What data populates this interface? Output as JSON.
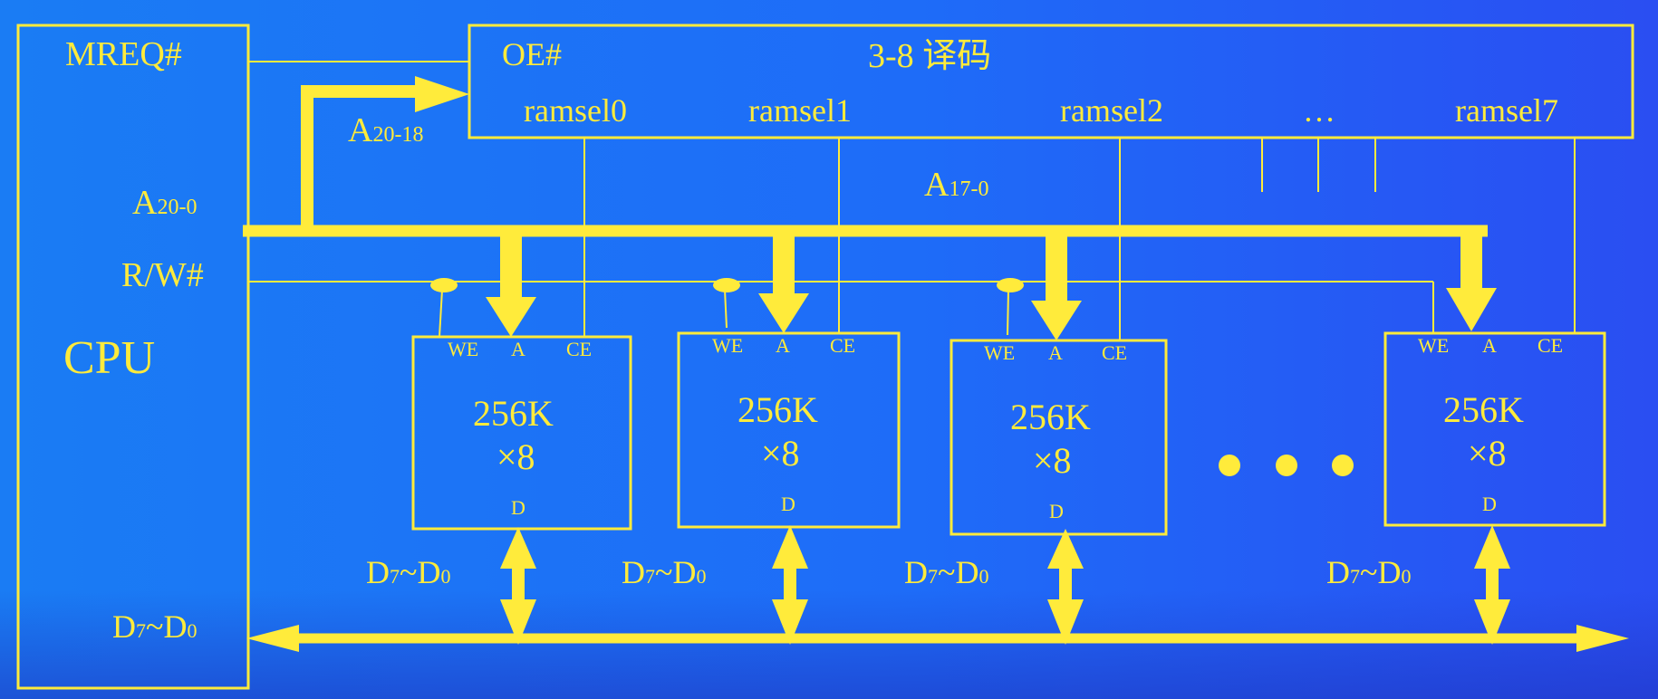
{
  "cpu": {
    "label": "CPU",
    "mreq": "MREQ#",
    "addr_base": "A",
    "addr_sub": "20-0",
    "rw": "R/W#"
  },
  "decoder": {
    "oe": "OE#",
    "title": "3-8 译码",
    "outputs": [
      "ramsel0",
      "ramsel1",
      "ramsel2",
      "…",
      "ramsel7"
    ]
  },
  "bus_labels": {
    "high_base": "A",
    "high_sub": "20-18",
    "low_base": "A",
    "low_sub": "17-0"
  },
  "data_bus": {
    "d7": "D",
    "sub7": "7",
    "tilde": "~",
    "d0": "D",
    "sub0": "0"
  },
  "chips": [
    {
      "we": "WE",
      "a": "A",
      "ce": "CE",
      "cap1": "256K",
      "cap2": "×8",
      "d": "D"
    },
    {
      "we": "WE",
      "a": "A",
      "ce": "CE",
      "cap1": "256K",
      "cap2": "×8",
      "d": "D"
    },
    {
      "we": "WE",
      "a": "A",
      "ce": "CE",
      "cap1": "256K",
      "cap2": "×8",
      "d": "D"
    },
    {
      "we": "WE",
      "a": "A",
      "ce": "CE",
      "cap1": "256K",
      "cap2": "×8",
      "d": "D"
    }
  ],
  "colors": {
    "ink": "#ffeb3b",
    "background": "#1e6cf8"
  }
}
